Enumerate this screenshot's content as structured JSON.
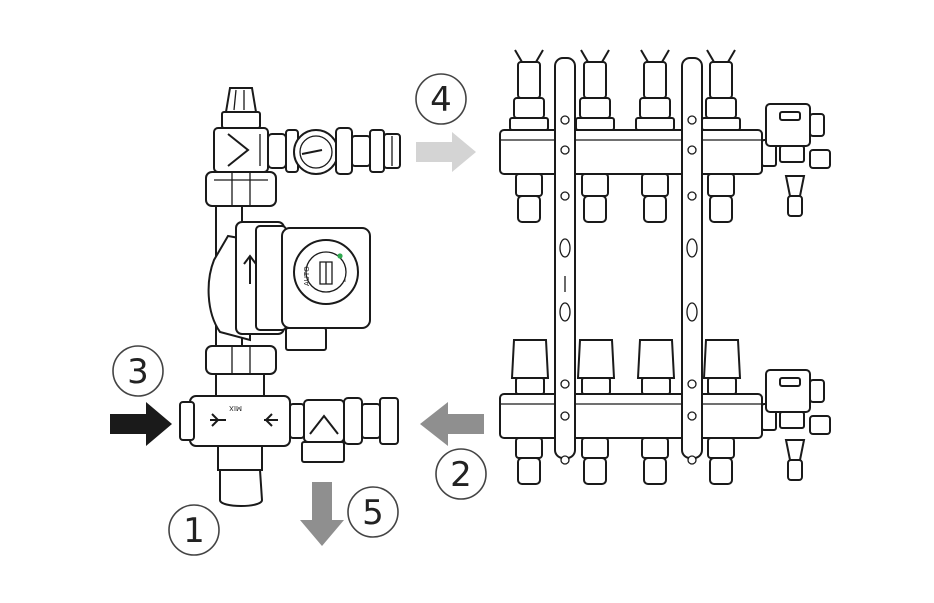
{
  "callouts": [
    {
      "id": "c1",
      "label": "1"
    },
    {
      "id": "c2",
      "label": "2"
    },
    {
      "id": "c3",
      "label": "3"
    },
    {
      "id": "c4",
      "label": "4"
    },
    {
      "id": "c5",
      "label": "5"
    }
  ],
  "pump": {
    "auto_label": "AUTO",
    "dial_mark": "I"
  },
  "mix_valve": {
    "label": "MIX"
  },
  "colors": {
    "line": "#1a1a1a",
    "arrow_black": "#1a1a1a",
    "arrow_gray": "#8f8f8f",
    "arrow_light": "#d4d4d4",
    "indicator_green": "#2fa84f"
  }
}
